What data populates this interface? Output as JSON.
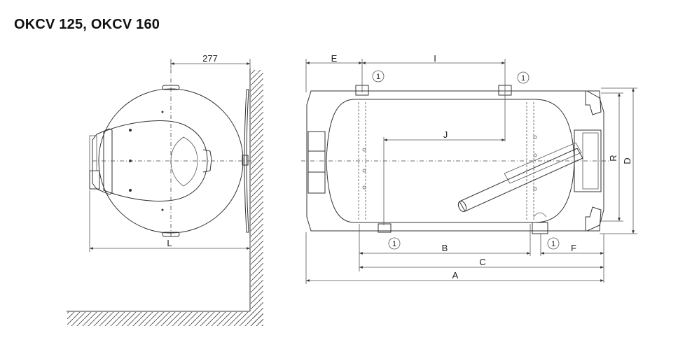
{
  "title": "OKCV 125, OKCV 160",
  "colors": {
    "line": "#333333",
    "insulation_fill": "#d9d9d9",
    "insulation_hatch": "#8c8c8c",
    "background": "#ffffff"
  },
  "side_view": {
    "dim_wall_distance": "277",
    "dim_total_length": "L"
  },
  "section_view": {
    "dims": {
      "A": "A",
      "B": "B",
      "C": "C",
      "D": "D",
      "E": "E",
      "F": "F",
      "I": "I",
      "J": "J",
      "R": "R"
    },
    "callout": "1"
  }
}
